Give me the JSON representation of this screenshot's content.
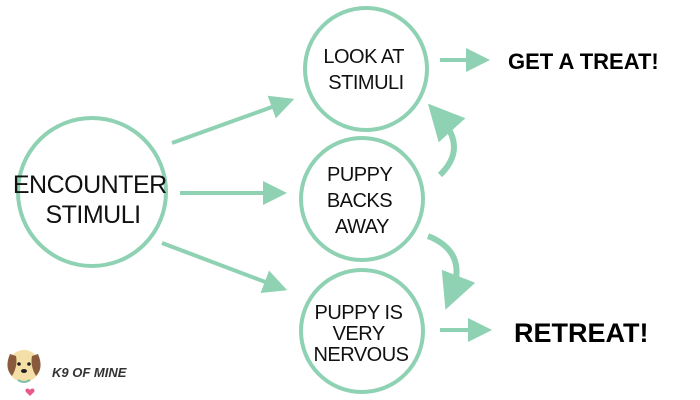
{
  "colors": {
    "accent": "#8fd1b3",
    "text": "#111111",
    "logo_face": "#f4dfa6",
    "logo_ear": "#8a5a3c",
    "logo_heart": "#e8588a"
  },
  "nodes": {
    "encounter": [
      "ENCOUNTER",
      "STIMULI"
    ],
    "look": [
      "LOOK AT",
      "STIMULI"
    ],
    "backs": [
      "PUPPY",
      "BACKS",
      "AWAY"
    ],
    "nervous": [
      "PUPPY IS",
      "VERY",
      "NERVOUS"
    ]
  },
  "outcomes": {
    "treat": "GET A TREAT!",
    "retreat": "RETREAT!"
  },
  "logo": {
    "text": "K9 OF MINE",
    "icon": "dog-face-icon"
  }
}
